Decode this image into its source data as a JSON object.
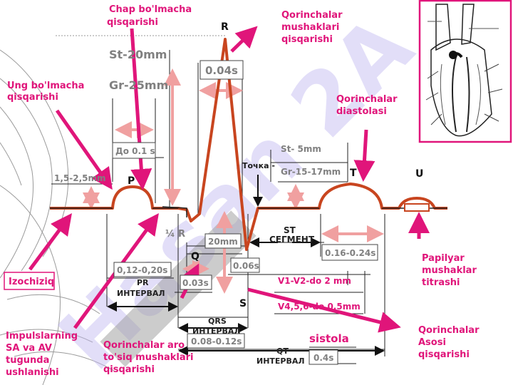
{
  "labels": {
    "chap_bolmacha": [
      "Chap bo'lmacha",
      " qisqarishi"
    ],
    "ung_bolmacha": [
      "Ung bo'lmacha",
      "qisqarishi"
    ],
    "qorinchalar_mushak": [
      "Qorinchalar",
      "mushaklari",
      " qisqarishi"
    ],
    "qorinchalar_diastola": [
      "Qorinchalar",
      " diastolasi"
    ],
    "papilyar": [
      "Papilyar",
      " mushaklar",
      " titrashi"
    ],
    "qorinchalar_asosi": [
      "Qorinchalar",
      "Asosi",
      " qisqarishi"
    ],
    "qorinchalar_aro": [
      "Qorinchalar aro",
      "to'siq mushaklari",
      "  qisqarishi"
    ],
    "impulslarning": [
      "Impulslarning",
      "SA va AV",
      "tugunda",
      " ushlanishi"
    ],
    "izochiziq": "Izochiziq"
  },
  "measures": {
    "st20": "St-20mm",
    "gr25": "Gr-25mm",
    "r004": "0.04s",
    "do01": "До 0.1 s",
    "p15": "1,5-2,5mm",
    "st5": "St- 5mm",
    "gr1517": "Gr-15-17mm",
    "tochka": "Точка -",
    "t016": "0.16-0.24s",
    "q14r": "¼ R",
    "mm20": "20mm",
    "s006": "0.06s",
    "q003": "0.03s",
    "pr012": "0,12-0,20s",
    "v1v2": "V1-V2-do 2 mm",
    "v456": "V4,5,6-do 0.5mm",
    "qrs008": "0.08-0.12s",
    "qt04": "0.4s",
    "sistola": "sistola"
  },
  "waves": {
    "P": "P",
    "Q": "Q",
    "R": "R",
    "S": "S",
    "T": "T",
    "U": "U"
  },
  "intervals": {
    "st_seg": [
      "ST",
      "СЕГМЕНТ"
    ],
    "pr_int": [
      "PR",
      "ИНТЕРВАЛ"
    ],
    "qrs_int": [
      "QRS",
      "ИНТЕРВАЛ"
    ],
    "qt_int": [
      "QT",
      "ИНТЕРВАЛ"
    ]
  },
  "watermark": "Hasan 2A",
  "colors": {
    "accent": "#e0157a",
    "trace": "#c8451f",
    "frame": "#e0157a"
  }
}
